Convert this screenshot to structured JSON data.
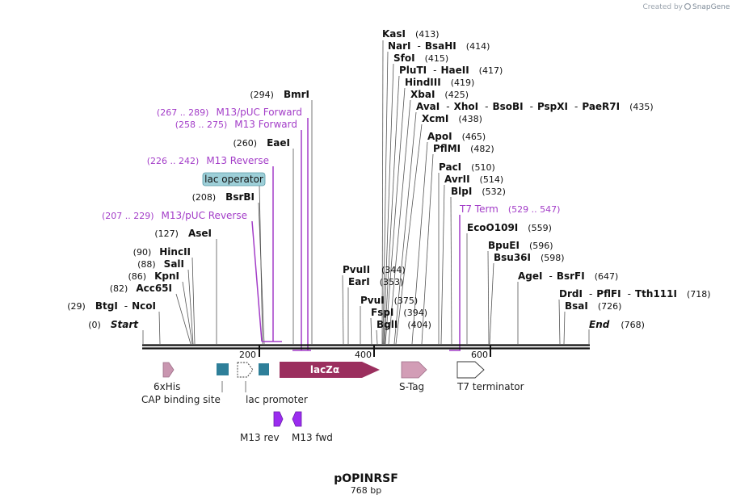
{
  "credit": {
    "prefix": "Created by",
    "brand": "SnapGene"
  },
  "title": "pOPINRSF",
  "subtitle": "768 bp",
  "axis": {
    "ticks": [
      "200",
      "400",
      "600"
    ]
  },
  "enzymes": [
    {
      "parts": [
        "KasI"
      ],
      "pos": "(413)"
    },
    {
      "parts": [
        "NarI",
        "BsaHI"
      ],
      "pos": "(414)"
    },
    {
      "parts": [
        "SfoI"
      ],
      "pos": "(415)"
    },
    {
      "parts": [
        "PluTI",
        "HaeII"
      ],
      "pos": "(417)"
    },
    {
      "parts": [
        "HindIII"
      ],
      "pos": "(419)"
    },
    {
      "parts": [
        "XbaI"
      ],
      "pos": "(425)"
    },
    {
      "parts": [
        "AvaI",
        "XhoI",
        "BsoBI",
        "PspXI",
        "PaeR7I"
      ],
      "pos": "(435)"
    },
    {
      "parts": [
        "XcmI"
      ],
      "pos": "(438)"
    },
    {
      "parts": [
        "ApoI"
      ],
      "pos": "(465)"
    },
    {
      "parts": [
        "PflMI"
      ],
      "pos": "(482)"
    },
    {
      "parts": [
        "PacI"
      ],
      "pos": "(510)"
    },
    {
      "parts": [
        "AvrII"
      ],
      "pos": "(514)"
    },
    {
      "parts": [
        "BlpI"
      ],
      "pos": "(532)"
    },
    {
      "parts": [
        "EcoO109I"
      ],
      "pos": "(559)"
    },
    {
      "parts": [
        "BpuEI"
      ],
      "pos": "(596)"
    },
    {
      "parts": [
        "Bsu36I"
      ],
      "pos": "(598)"
    },
    {
      "parts": [
        "AgeI",
        "BsrFI"
      ],
      "pos": "(647)"
    },
    {
      "parts": [
        "DrdI",
        "PflFI",
        "Tth111I"
      ],
      "pos": "(718)"
    },
    {
      "parts": [
        "BsaI"
      ],
      "pos": "(726)"
    },
    {
      "parts": [
        "End"
      ],
      "pos": "(768)"
    },
    {
      "parts": [
        "PvuII"
      ],
      "pos": "(344)"
    },
    {
      "parts": [
        "EarI"
      ],
      "pos": "(353)"
    },
    {
      "parts": [
        "PvuI"
      ],
      "pos": "(375)"
    },
    {
      "parts": [
        "FspI"
      ],
      "pos": "(394)"
    },
    {
      "parts": [
        "BglI"
      ],
      "pos": "(404)"
    },
    {
      "parts": [
        "BmrI"
      ],
      "pos": "(294)"
    },
    {
      "parts": [
        "EaeI"
      ],
      "pos": "(260)"
    },
    {
      "parts": [
        "BsrBI"
      ],
      "pos": "(208)"
    },
    {
      "parts": [
        "AseI"
      ],
      "pos": "(127)"
    },
    {
      "parts": [
        "HincII"
      ],
      "pos": "(90)"
    },
    {
      "parts": [
        "SalI"
      ],
      "pos": "(88)"
    },
    {
      "parts": [
        "KpnI"
      ],
      "pos": "(86)"
    },
    {
      "parts": [
        "Acc65I"
      ],
      "pos": "(82)"
    },
    {
      "parts": [
        "BtgI",
        "NcoI"
      ],
      "pos": "(29)"
    },
    {
      "parts": [
        "Start"
      ],
      "pos": "(0)"
    }
  ],
  "primers": [
    {
      "range": "(267 .. 289)",
      "name": "M13/pUC Forward"
    },
    {
      "range": "(258 .. 275)",
      "name": "M13 Forward"
    },
    {
      "range": "(226 .. 242)",
      "name": "M13 Reverse"
    },
    {
      "range": "(207 .. 229)",
      "name": "M13/pUC Reverse"
    },
    {
      "range": "(529 .. 547)",
      "name": "T7 Term"
    }
  ],
  "features": {
    "lac_operator": "lac operator",
    "sixhis": "6xHis",
    "cap": "CAP binding site",
    "lac_promoter": "lac promoter",
    "lacz": "lacZα",
    "stag": "S-Tag",
    "t7term": "T7 terminator",
    "m13rev": "M13 rev",
    "m13fwd": "M13 fwd"
  },
  "colors": {
    "primer": "#a33dc8",
    "feature_teal": "#2e7f99",
    "lacz": "#9b2f5e",
    "stag": "#d29db6",
    "sixhis": "#c996b0",
    "lac_operator_bg": "#9dcfd8",
    "m13_arrow": "#9b2cf0"
  }
}
